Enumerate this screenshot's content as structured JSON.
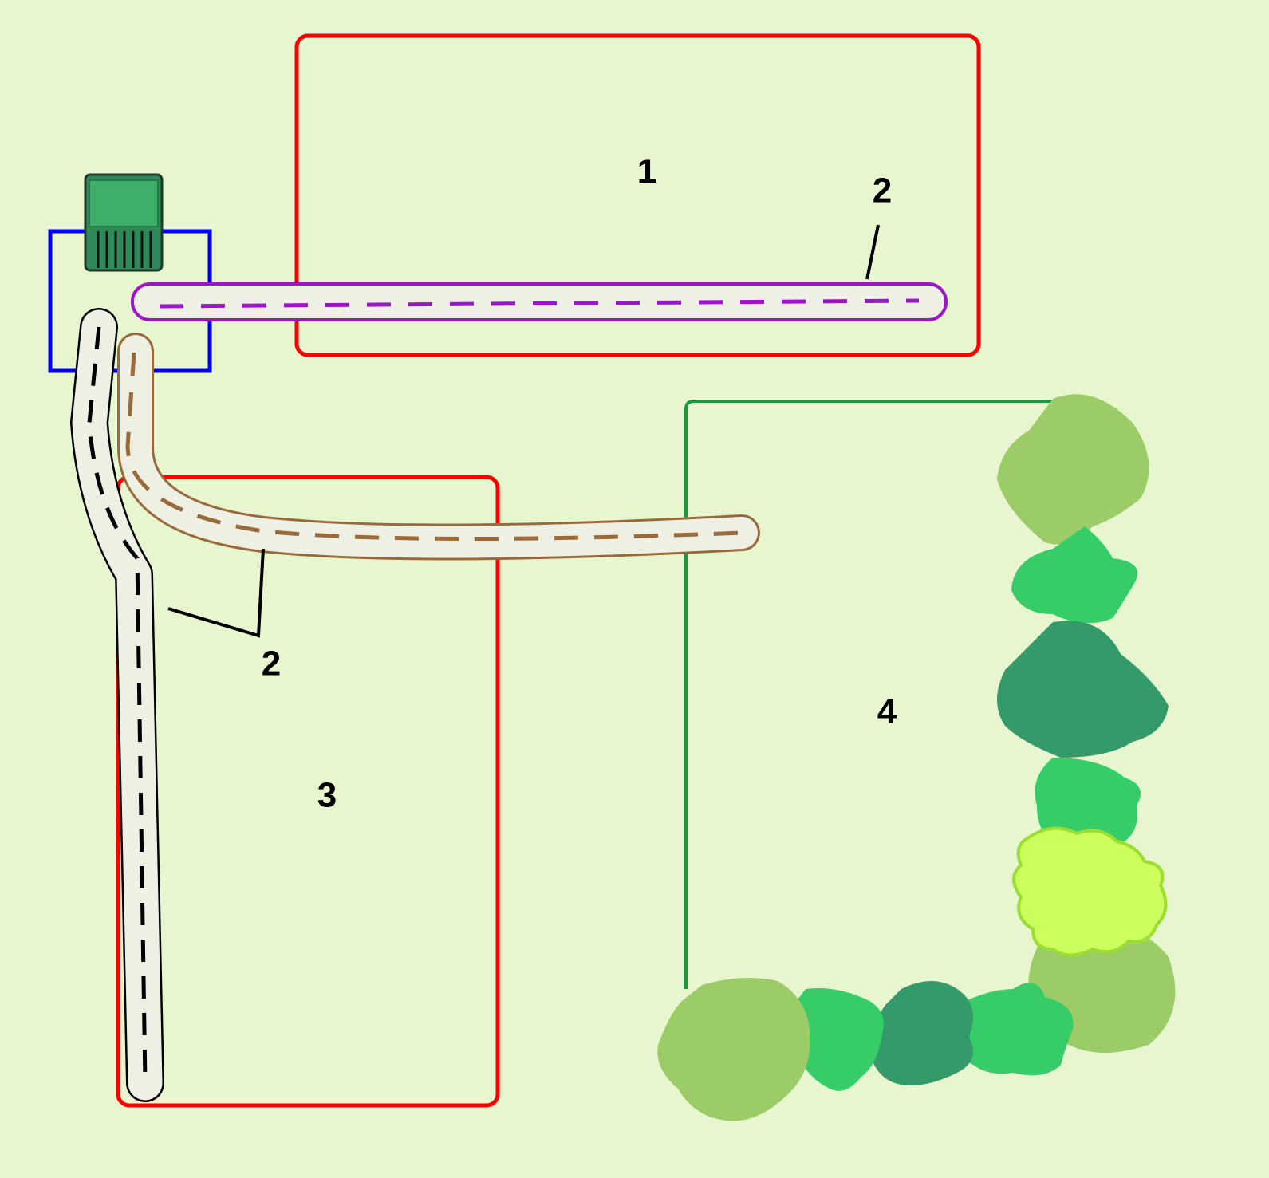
{
  "labels": {
    "plot_1": "1",
    "plot_3": "3",
    "plot_4": "4",
    "pipe_top": "2",
    "pipe_bottom": "2"
  },
  "colors": {
    "background": "#e8f6d0",
    "bed_border": "#ff0000",
    "garden_border": "#1a9a3a",
    "tank_zone": "#0000ff",
    "pipe_purple": "#9b16c8",
    "pipe_brown": "#9a6a3a",
    "pipe_black": "#000000",
    "tank_fill": "#2f8a5a",
    "tank_panel": "#3fae6a",
    "shrub_light": "#9ccc67",
    "shrub_green": "#36cd69",
    "shrub_dark": "#359a69",
    "shrub_lime": "#ccff5e",
    "shrub_lime_edge": "#9adf2f"
  },
  "icons": {
    "tank": "water-tank-icon",
    "shrubs": "shrub-icon"
  }
}
